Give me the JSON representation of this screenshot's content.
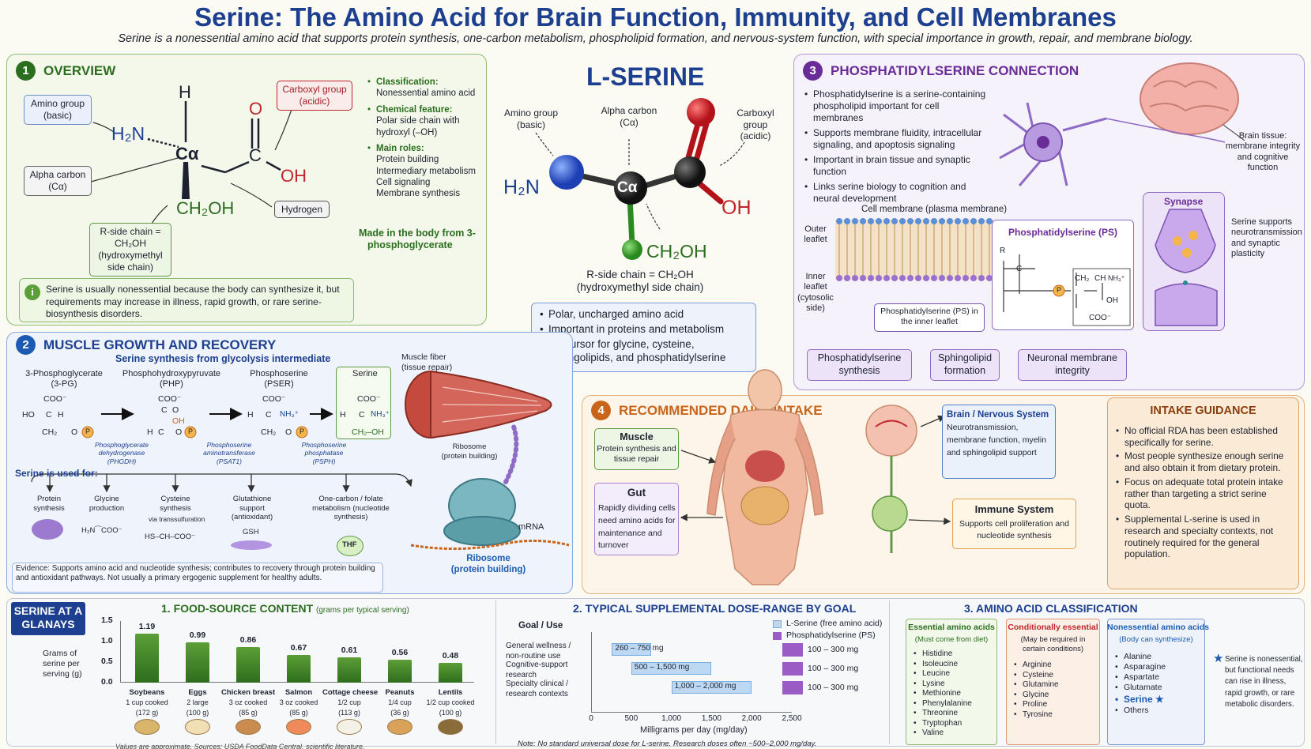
{
  "title": "Serine: The Amino Acid for Brain Function, Immunity, and Cell Membranes",
  "subtitle": "Serine is a nonessential amino acid that supports protein synthesis, one-carbon metabolism, phospholipid formation, and nervous-system function, with special importance in growth, repair, and membrane biology.",
  "colors": {
    "navy": "#1c3f8f",
    "green": "#2b6e1f",
    "purple": "#6a2c97",
    "orange": "#c8651a",
    "red": "#c0262c"
  },
  "overview": {
    "num": "1",
    "heading": "OVERVIEW",
    "labels": {
      "amino_group": "Amino group (basic)",
      "alpha_carbon": "Alpha carbon (Cα)",
      "carboxyl_group": "Carboxyl group (acidic)",
      "hydrogen": "Hydrogen",
      "r_side_chain": "R-side chain = CH₂OH (hydroxymethyl side chain)"
    },
    "atoms": {
      "h": "H",
      "h2n": "H₂N",
      "ca": "Cα",
      "c": "C",
      "o": "O",
      "oh": "OH",
      "ch2oh": "CH₂OH"
    },
    "facts": [
      {
        "head": "Classification:",
        "body": "Nonessential amino acid"
      },
      {
        "head": "Chemical feature:",
        "body": "Polar side chain with hydroxyl (–OH)"
      },
      {
        "head": "Main roles:",
        "body": "Protein building\nIntermediary metabolism\nCell signaling\nMembrane synthesis"
      }
    ],
    "made_from": "Made in the body from 3-phosphoglycerate",
    "info_icon": "info-icon",
    "note": "Serine is usually nonessential because the body can synthesize it, but requirements may increase in illness, rapid growth, or rare serine-biosynthesis disorders."
  },
  "lserine": {
    "title": "L-SERINE",
    "labels": {
      "amino": "Amino group (basic)",
      "alpha": "Alpha carbon (Cα)",
      "carboxyl": "Carboxyl group (acidic)",
      "h2n": "H₂N",
      "ca": "Cα",
      "oh": "OH",
      "ch2oh": "CH₂OH"
    },
    "side_chain": "R-side chain = CH₂OH\n(hydroxymethyl side chain)",
    "bullets": [
      "Polar, uncharged amino acid",
      "Important in proteins and metabolism",
      "Precursor for glycine, cysteine, sphingolipids, and phosphatidylserine"
    ]
  },
  "phospho": {
    "num": "3",
    "heading": "PHOSPHATIDYLSERINE CONNECTION",
    "bullets": [
      "Phosphatidylserine is a serine-containing phospholipid important for cell membranes",
      "Supports membrane fluidity, intracellular signaling, and apoptosis signaling",
      "Important in brain tissue and synaptic function",
      "Links serine biology to cognition and neural development"
    ],
    "brain_note": "Brain tissue: membrane integrity and cognitive function",
    "membrane_label": "Cell membrane (plasma membrane)",
    "outer": "Outer leaflet",
    "inner": "Inner leaflet (cytosolic side)",
    "ps_title": "Phosphatidylserine (PS)",
    "ps_inner": "Phosphatidylserine (PS) in the inner leaflet",
    "synapse": "Synapse",
    "synapse_note": "Serine supports neurotransmission and synaptic plasticity",
    "ps_struct": {
      "r1": "R",
      "o": "O",
      "c": "C",
      "p": "P",
      "ch2": "CH₂",
      "ch": "CH",
      "nh3": "NH₃⁺",
      "oh": "OH",
      "coo": "COO⁻"
    },
    "boxes": [
      "Phosphatidylserine synthesis",
      "Sphingolipid formation",
      "Neuronal membrane integrity"
    ]
  },
  "muscle": {
    "num": "2",
    "heading": "MUSCLE GROWTH AND RECOVERY",
    "pathway_title": "Serine synthesis from glycolysis intermediate",
    "steps": [
      {
        "name": "3-Phosphoglycerate",
        "abbr": "(3-PG)"
      },
      {
        "name": "Phosphohydroxypyruvate",
        "abbr": "(PHP)"
      },
      {
        "name": "Phosphoserine",
        "abbr": "(PSER)"
      },
      {
        "name": "Serine",
        "abbr": ""
      }
    ],
    "enzymes": [
      {
        "name": "Phosphoglycerate dehydrogenase",
        "abbr": "(PHGDH)"
      },
      {
        "name": "Phosphoserine aminotransferase",
        "abbr": "(PSAT1)"
      },
      {
        "name": "Phosphoserine phosphatase",
        "abbr": "(PSPH)"
      }
    ],
    "chem": {
      "coo": "COO⁻",
      "ho": "HO",
      "c": "C",
      "h": "H",
      "ch2": "CH₂",
      "o": "O",
      "p": "P",
      "nh3": "NH₃⁺",
      "ch2oh": "CH₂–OH",
      "oh": "OH"
    },
    "uses_title": "Serine is used for:",
    "uses": [
      {
        "label": "Protein synthesis",
        "formula": ""
      },
      {
        "label": "Glycine production",
        "formula": "H₂N⁀COO⁻"
      },
      {
        "label": "Cysteine synthesis",
        "sub": "via transsulfuration",
        "formula": "HS–CH–COO⁻"
      },
      {
        "label": "Glutathione support (antioxidant)",
        "formula": "GSH"
      },
      {
        "label": "One-carbon / folate metabolism (nucleotide synthesis)",
        "formula": "THF"
      }
    ],
    "fiber": "Muscle fiber (tissue repair)",
    "ribosome_small": "Ribosome (protein building)",
    "mrna": "mRNA",
    "ribosome": "Ribosome\n(protein building)",
    "evidence": "Evidence: Supports amino acid and nucleotide synthesis; contributes to recovery through protein building and antioxidant pathways. Not usually a primary ergogenic supplement for healthy adults."
  },
  "intake": {
    "num": "4",
    "heading": "RECOMMENDED DAILY INTAKE",
    "muscle": {
      "title": "Muscle",
      "body": "Protein synthesis and tissue repair"
    },
    "gut": {
      "title": "Gut",
      "body": "Rapidly dividing cells need amino acids for maintenance and turnover"
    },
    "brain": {
      "title": "Brain / Nervous System",
      "body": "Neurotransmission, membrane function, myelin and sphingolipid support"
    },
    "immune": {
      "title": "Immune System",
      "body": "Supports cell proliferation and nucleotide synthesis"
    },
    "guidance_title": "INTAKE GUIDANCE",
    "guidance": [
      "No official RDA has been established specifically for serine.",
      "Most people synthesize enough serine and also obtain it from dietary protein.",
      "Focus on adequate total protein intake rather than targeting a strict serine quota.",
      "Supplemental L-serine is used in research and specialty contexts, not routinely required for the general population."
    ]
  },
  "glance": {
    "badge": "SERINE AT A GLANAYS",
    "food": {
      "title": "1. FOOD-SOURCE CONTENT",
      "title_note": "(grams per typical serving)",
      "ylabel": "Grams of serine per serving (g)",
      "yticks": [
        "1.5",
        "1.0",
        "0.5",
        "0.0"
      ],
      "items": [
        {
          "name": "Soybeans",
          "serving": "1 cup cooked",
          "weight": "(172 g)",
          "value": 1.19,
          "label": "1.19"
        },
        {
          "name": "Eggs",
          "serving": "2 large",
          "weight": "(100 g)",
          "value": 0.99,
          "label": "0.99"
        },
        {
          "name": "Chicken breast",
          "serving": "3 oz cooked",
          "weight": "(85 g)",
          "value": 0.86,
          "label": "0.86"
        },
        {
          "name": "Salmon",
          "serving": "3 oz cooked",
          "weight": "(85 g)",
          "value": 0.67,
          "label": "0.67"
        },
        {
          "name": "Cottage cheese",
          "serving": "1/2 cup",
          "weight": "(113 g)",
          "value": 0.61,
          "label": "0.61"
        },
        {
          "name": "Peanuts",
          "serving": "1/4 cup",
          "weight": "(36 g)",
          "value": 0.56,
          "label": "0.56"
        },
        {
          "name": "Lentils",
          "serving": "1/2 cup cooked",
          "weight": "(100 g)",
          "value": 0.48,
          "label": "0.48"
        }
      ],
      "footnote": "Values are approximate. Sources: USDA FoodData Central, scientific literature."
    },
    "dose": {
      "title": "2. TYPICAL SUPPLEMENTAL DOSE-RANGE BY GOAL",
      "goal_header": "Goal / Use",
      "legend": [
        "L-Serine (free amino acid)",
        "Phosphatidylserine (PS)"
      ],
      "rows": [
        {
          "goal": "General wellness / non-routine use",
          "lo": 260,
          "hi": 750,
          "label": "260 – 750 mg",
          "ps": "100 – 300 mg"
        },
        {
          "goal": "Cognitive-support research",
          "lo": 500,
          "hi": 1500,
          "label": "500 – 1,500 mg",
          "ps": "100 – 300 mg"
        },
        {
          "goal": "Specialty clinical / research contexts",
          "lo": 1000,
          "hi": 2000,
          "label": "1,000 – 2,000 mg",
          "ps": "100 – 300 mg"
        }
      ],
      "xticks": [
        "0",
        "500",
        "1,000",
        "1,500",
        "2,000",
        "2,500"
      ],
      "xlabel": "Milligrams per day (mg/day)",
      "note": "Note: No standard universal dose for L-serine. Research doses often ~500–2,000 mg/day."
    },
    "classif": {
      "title": "3. AMINO ACID CLASSIFICATION",
      "essential": {
        "title": "Essential amino acids",
        "sub": "(Must come from diet)",
        "items": [
          "Histidine",
          "Isoleucine",
          "Leucine",
          "Lysine",
          "Methionine",
          "Phenylalanine",
          "Threonine",
          "Tryptophan",
          "Valine"
        ]
      },
      "conditional": {
        "title": "Conditionally essential",
        "sub": "(May be required in certain conditions)",
        "items": [
          "Arginine",
          "Cysteine",
          "Glutamine",
          "Glycine",
          "Proline",
          "Tyrosine"
        ]
      },
      "nonessential": {
        "title": "Nonessential amino acids",
        "sub": "(Body can synthesize)",
        "items": [
          "Alanine",
          "Asparagine",
          "Aspartate",
          "Glutamate",
          "Serine ★",
          "Others"
        ]
      },
      "star_note": "Serine is nonessential, but functional needs can rise in illness, rapid growth, or rare metabolic disorders.",
      "star_icon": "★"
    }
  }
}
